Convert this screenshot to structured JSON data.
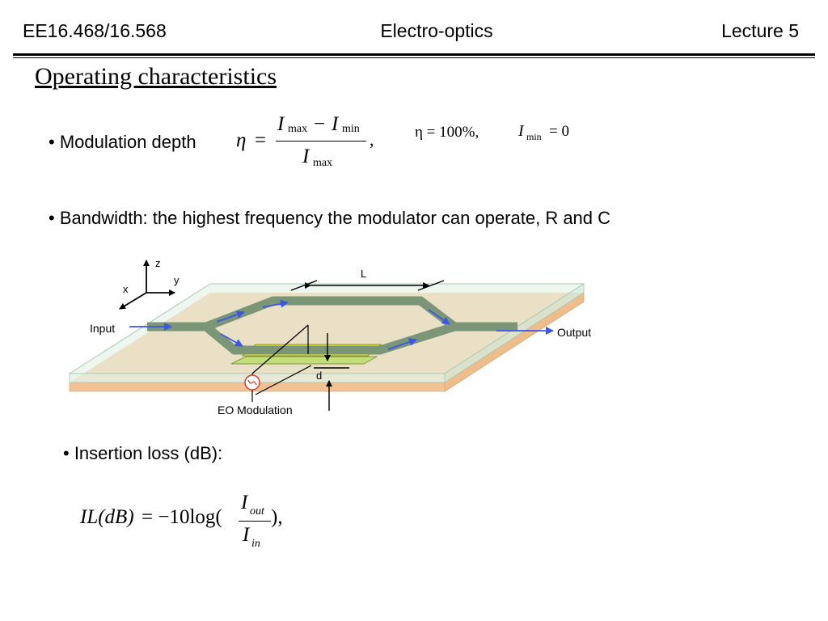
{
  "header": {
    "course": "EE16.468/16.568",
    "subject": "Electro-optics",
    "lecture": "Lecture 5"
  },
  "title": "Operating characteristics",
  "bullets": {
    "modulation_depth": "• Modulation depth",
    "bandwidth": "• Bandwidth: the highest frequency the modulator can operate, R and C",
    "insertion_loss": "• Insertion loss (dB):"
  },
  "eq_modulation": {
    "eta": "η",
    "equals": "=",
    "I": "I",
    "max": "max",
    "min": "min",
    "minus": "−",
    "comma": ",",
    "eta_value": "η = 100%,",
    "imin_value": "= 0"
  },
  "eq_insertion_loss": {
    "lhs": "IL(dB)",
    "rhs": "= −10log(",
    "close": "),",
    "I": "I",
    "out": "out",
    "in": "in"
  },
  "figure": {
    "axis_z": "z",
    "axis_y": "y",
    "axis_x": "x",
    "length_label": "L",
    "input_label": "Input",
    "output_label": "Output",
    "gap_label": "d",
    "source_label": "EO Modulation",
    "colors": {
      "substrate": "#f7d8b4",
      "substrate_edge": "#efbd8a",
      "cover": "#d6eadc",
      "waveguide": "#7b9677",
      "electrode": "#f4f13a",
      "electrode_base": "#c3dd79",
      "arrow": "#3d55e8"
    }
  }
}
